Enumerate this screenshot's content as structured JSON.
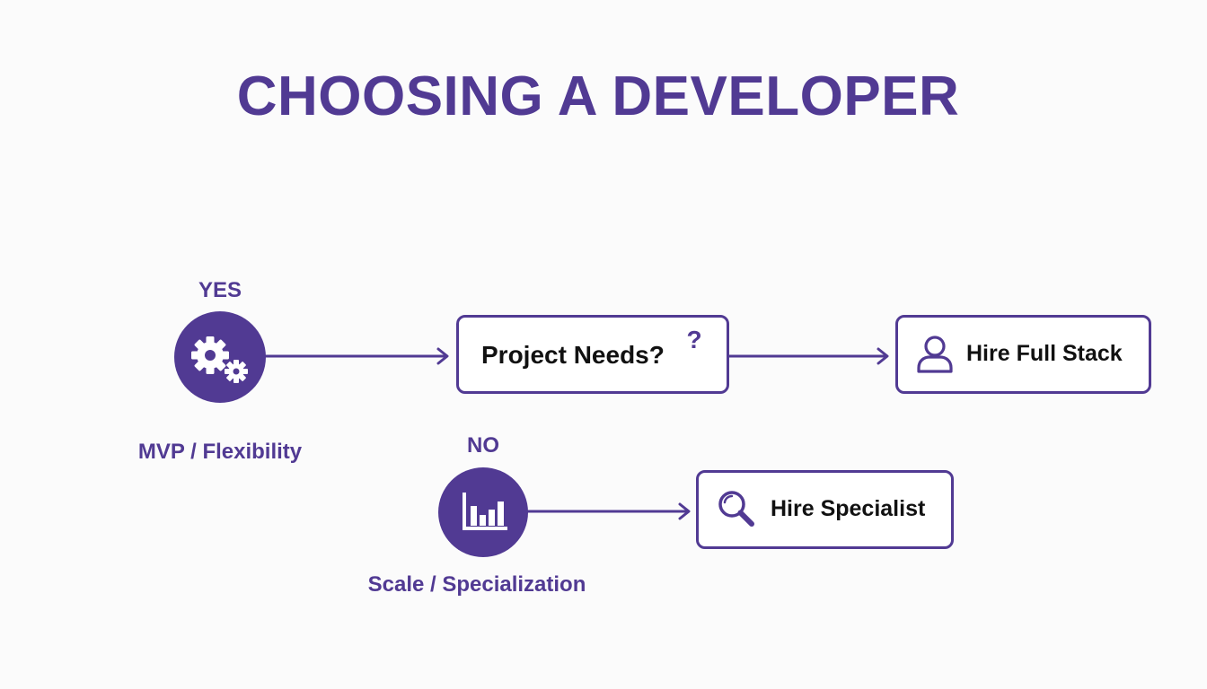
{
  "title": "CHOOSING A DEVELOPER",
  "nodes": {
    "yes_branch": {
      "label": "YES",
      "icon": "gears-icon",
      "caption": "MVP / Flexibility"
    },
    "no_branch": {
      "label": "NO",
      "icon": "bar-chart-icon",
      "caption": "Scale / Specialization"
    },
    "decision": {
      "label": "Project Needs?",
      "mark": "?"
    },
    "full_stack": {
      "label": "Hire Full Stack",
      "icon": "user-icon"
    },
    "specialist": {
      "label": "Hire Specialist",
      "icon": "search-icon"
    }
  },
  "colors": {
    "accent": "#513a93",
    "text": "#111111",
    "background": "#fbfbfb"
  }
}
